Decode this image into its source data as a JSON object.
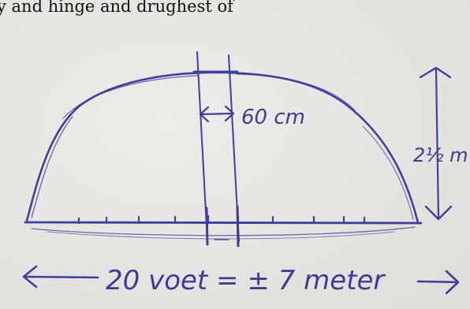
{
  "top_fragment": "y and hinge and drughest of",
  "labels": {
    "gap_width": "60 cm",
    "height": "2½ m",
    "bottom_length": "20 voet = ± 7 meter"
  },
  "colors": {
    "paper": "#e9e8e4",
    "ink": "#3f3f9e",
    "print": "#111111"
  },
  "icons": {
    "gap_arrow": "double-arrow-horizontal",
    "height_arrow": "double-arrow-vertical",
    "length_left_arrow": "arrow-left",
    "length_right_arrow": "arrow-right"
  }
}
